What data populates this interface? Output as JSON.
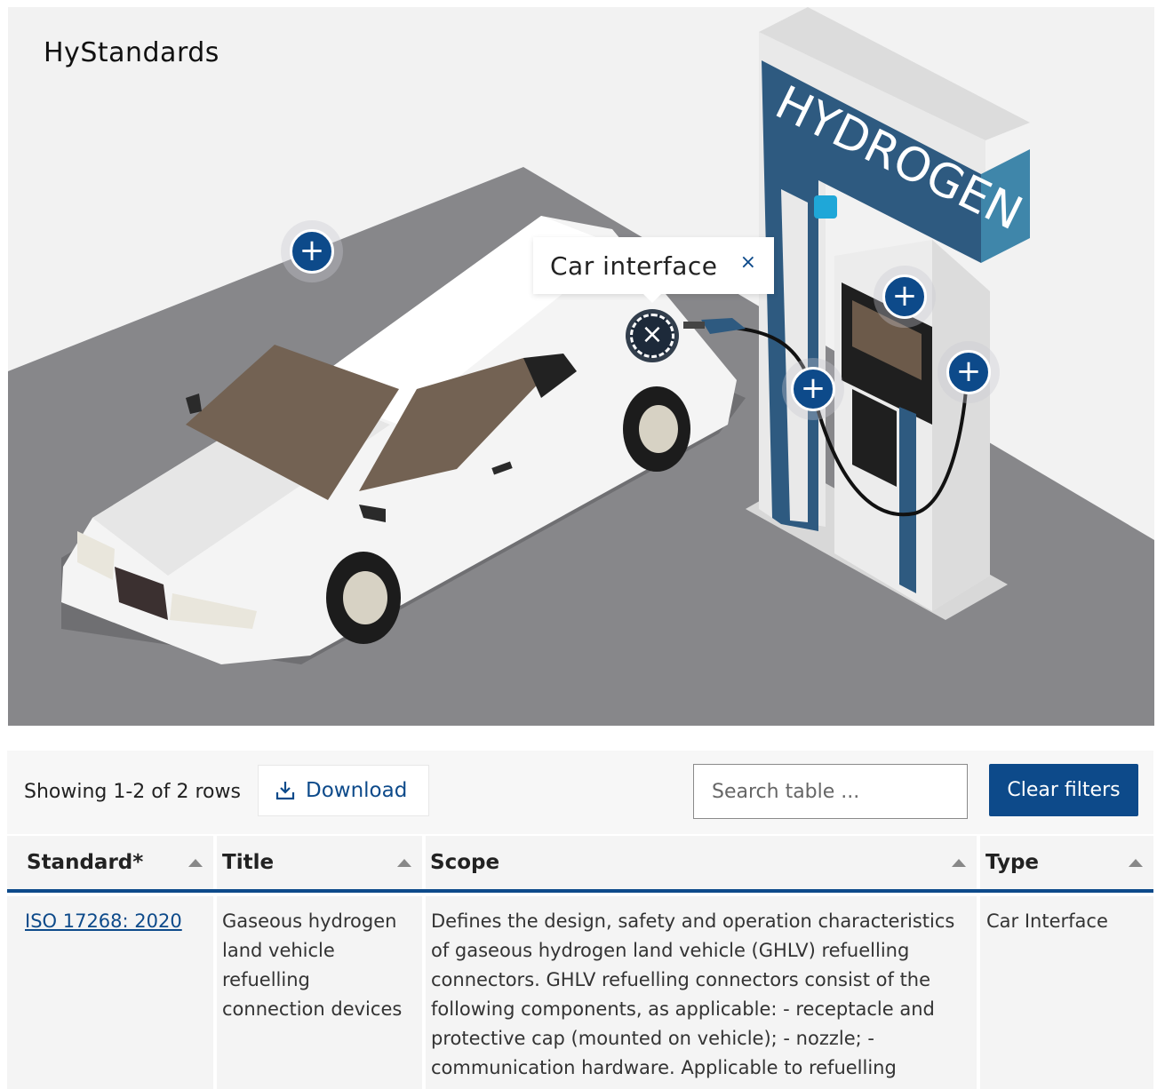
{
  "app": {
    "title": "HyStandards"
  },
  "scene": {
    "sign_text": "HYDROGEN",
    "popup": {
      "title": "Car interface",
      "close_glyph": "×"
    },
    "hotspots": [
      {
        "name": "hotspot-car-roof",
        "glyph": "+",
        "icon": "plus-icon"
      },
      {
        "name": "hotspot-car-interface",
        "glyph": "×",
        "icon": "close-icon",
        "active": true
      },
      {
        "name": "hotspot-dispenser-display",
        "glyph": "+",
        "icon": "plus-icon"
      },
      {
        "name": "hotspot-dispenser-left",
        "glyph": "+",
        "icon": "plus-icon"
      },
      {
        "name": "hotspot-dispenser-right",
        "glyph": "+",
        "icon": "plus-icon"
      }
    ]
  },
  "toolbar": {
    "row_count": "Showing 1-2 of 2 rows",
    "download_label": "Download",
    "download_icon": "download-icon",
    "search_placeholder": "Search table ...",
    "clear_label": "Clear filters"
  },
  "table": {
    "columns": [
      "Standard*",
      "Title",
      "Scope",
      "Type"
    ],
    "rows": [
      {
        "standard": "ISO 17268: 2020",
        "title": "Gaseous hydrogen land vehicle refuelling connection devices",
        "scope": "Defines the design, safety and operation characteristics of gaseous hydrogen land vehicle (GHLV) refuelling connectors. GHLV refuelling connectors consist of the following components, as applicable: - receptacle and protective cap (mounted on vehicle); - nozzle; - communication hardware. Applicable to refuelling",
        "type": "Car Interface"
      }
    ]
  },
  "colors": {
    "primary": "#0d4a8a",
    "sign_blue": "#2e5a80",
    "ground": "#888888",
    "scene_bg": "#f2f2f2"
  }
}
